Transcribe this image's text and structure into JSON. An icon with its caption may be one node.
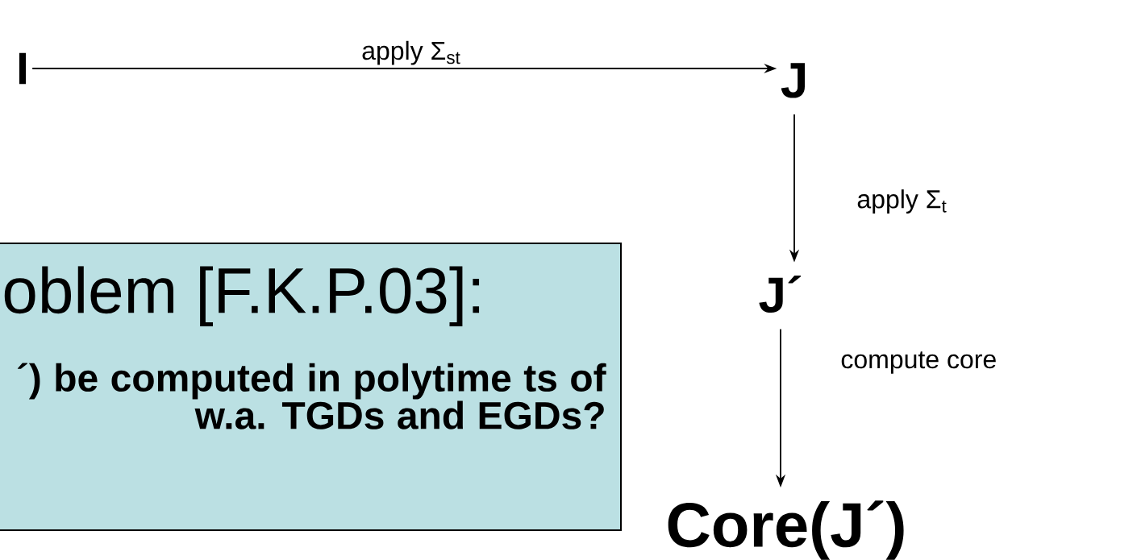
{
  "diagram": {
    "nodes": [
      {
        "text": [
          "I"
        ]
      },
      {
        "text": [
          "J"
        ]
      },
      {
        "text": [
          "J´"
        ]
      },
      {
        "text": [
          "oblem [F.K.P.03]:",
          "´) be computed in polytime ts of w.a. TGDs and EGDs?"
        ]
      },
      {
        "text": [
          "Core(J´)"
        ]
      }
    ],
    "edges": [
      {
        "from": 0,
        "to": 1,
        "arrow": "to",
        "label": "apply Σ$_{st}$"
      },
      {
        "from": 1,
        "to": 2,
        "arrow": "to",
        "label": "apply Σ$_{t}$"
      },
      {
        "from": 2,
        "to": 4,
        "arrow": "to",
        "label": "compute core"
      }
    ]
  }
}
